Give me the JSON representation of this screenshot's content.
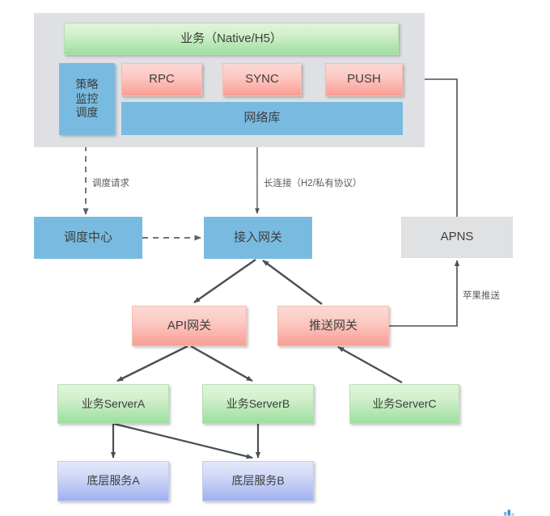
{
  "diagram": {
    "title": "mobile-network-architecture",
    "client_layer": {
      "business_box": {
        "label": "业务（Native/H5）",
        "color": "#9ddfa0"
      },
      "policy_box": {
        "label": "策略\n监控\n调度",
        "lines": [
          "策略",
          "监控",
          "调度"
        ],
        "color": "#79bbe0"
      },
      "protocol_boxes": [
        {
          "label": "RPC",
          "color": "#fa9e95"
        },
        {
          "label": "SYNC",
          "color": "#fa9e95"
        },
        {
          "label": "PUSH",
          "color": "#fa9e95"
        }
      ],
      "network_lib": {
        "label": "网络库",
        "color": "#79bbe0"
      }
    },
    "server_nodes": [
      {
        "id": "dispatch-center",
        "label": "调度中心",
        "color": "#79bbe0"
      },
      {
        "id": "access-gateway",
        "label": "接入网关",
        "color": "#79bbe0"
      },
      {
        "id": "apns",
        "label": "APNS",
        "color": "#e0e1e3"
      },
      {
        "id": "api-gateway",
        "label": "API网关",
        "color": "#fa9e95"
      },
      {
        "id": "push-gateway",
        "label": "推送网关",
        "color": "#fa9e95"
      },
      {
        "id": "server-a",
        "label": "业务ServerA",
        "color": "#9ddfa0"
      },
      {
        "id": "server-b",
        "label": "业务ServerB",
        "color": "#9ddfa0"
      },
      {
        "id": "server-c",
        "label": "业务ServerC",
        "color": "#9ddfa0"
      },
      {
        "id": "base-service-a",
        "label": "底层服务A",
        "color": "#9fb0ee"
      },
      {
        "id": "base-service-b",
        "label": "底层服务B",
        "color": "#9fb0ee"
      }
    ],
    "edge_labels": [
      {
        "id": "dispatch-request",
        "label": "调度请求"
      },
      {
        "id": "long-connection",
        "label": "长连接（H2/私有协议）"
      },
      {
        "id": "apple-push",
        "label": "苹果推送"
      }
    ],
    "watermark": {
      "name": "bar-chart-icon"
    }
  }
}
